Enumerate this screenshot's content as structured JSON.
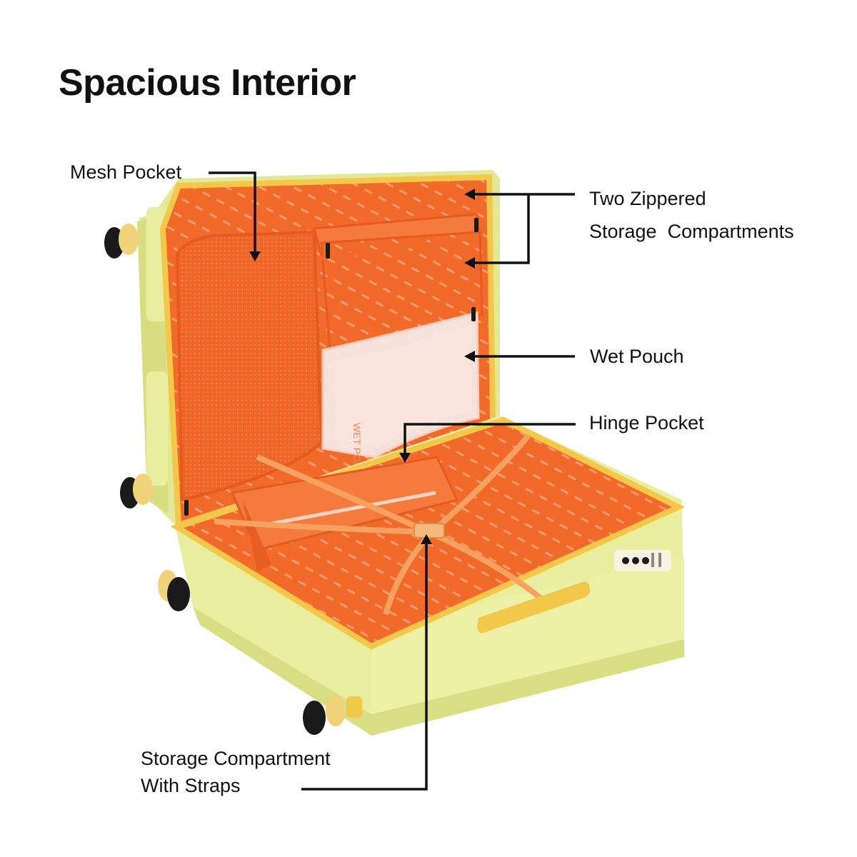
{
  "title": "Spacious Interior",
  "callouts": {
    "mesh_pocket": "Mesh Pocket",
    "two_zippered": [
      "Two Zippered",
      "Storage  Compartments"
    ],
    "wet_pouch": "Wet Pouch",
    "hinge_pocket": "Hinge Pocket",
    "storage_straps": [
      "Storage Compartment",
      "With Straps"
    ]
  },
  "wet_pouch_print": "WET POUCH",
  "colors": {
    "shell": "#e8ec9c",
    "shell_dark": "#d4d77e",
    "trim": "#f2c84b",
    "lining": "#f26a2a",
    "lining_pattern": "#f8a27a",
    "wheel": "#1a1a1a",
    "hub": "#f0d27a"
  }
}
